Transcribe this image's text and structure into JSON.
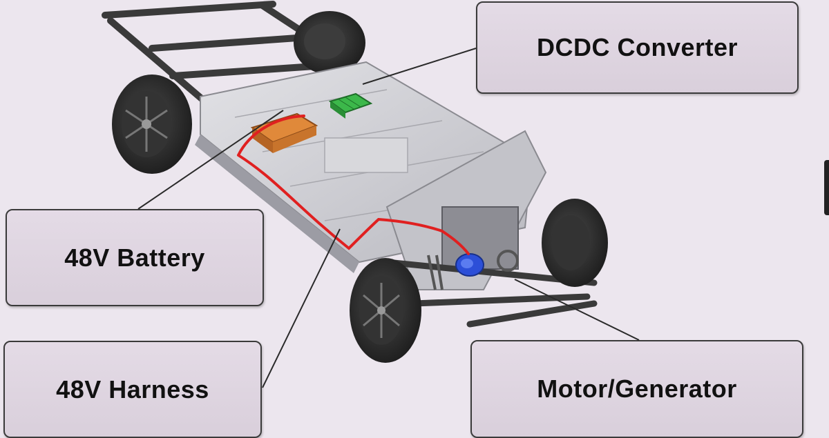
{
  "labels": {
    "dcdc_converter": "DCDC Converter",
    "battery": "48V Battery",
    "harness": "48V Harness",
    "motor_generator": "Motor/Generator"
  },
  "colors": {
    "background": "#ece6ee",
    "label_box": "#dcd3de",
    "leader_line": "#2a2a2a",
    "battery_module": "#e0893a",
    "dcdc_module": "#3cb84a",
    "harness_cable": "#e02020",
    "motor_generator_unit": "#2c4fd8",
    "chassis_frame": "#3a3a3a",
    "floor_pan": "#cfcfd4",
    "tire": "#2a2a2a"
  }
}
